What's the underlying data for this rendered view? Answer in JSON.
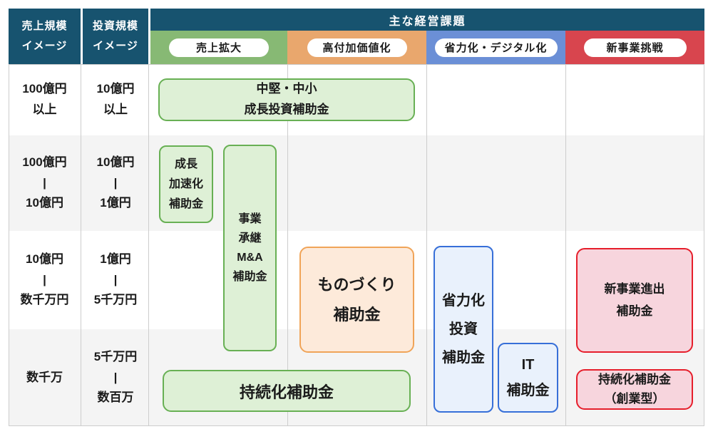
{
  "header": {
    "sales_scale_label": "売上規模\nイメージ",
    "investment_scale_label": "投資規模\nイメージ",
    "main_challenges_title": "主な経営課題",
    "categories": [
      {
        "id": "sales-expansion",
        "label": "売上拡大",
        "band_color": "#87b974"
      },
      {
        "id": "high-added-value",
        "label": "高付加価値化",
        "band_color": "#e9a76d"
      },
      {
        "id": "labor-saving-digital",
        "label": "省力化・デジタル化",
        "band_color": "#6b8fd6"
      },
      {
        "id": "new-business-challenge",
        "label": "新事業挑戦",
        "band_color": "#d8454e"
      }
    ]
  },
  "row_labels": [
    {
      "sales": "100億円\n以上",
      "investment": "10億円\n以上"
    },
    {
      "sales": "100億円\n|\n10億円",
      "investment": "10億円\n|\n1億円"
    },
    {
      "sales": "10億円\n|\n数千万円",
      "investment": "1億円\n|\n5千万円"
    },
    {
      "sales": "数千万",
      "investment": "5千万円\n|\n数百万"
    }
  ],
  "subsidies": [
    {
      "id": "chuken-chusho-seicho-toshi",
      "label": "中堅・中小\n成長投資補助金",
      "color_group": "green"
    },
    {
      "id": "seicho-kasokuka",
      "label": "成長\n加速化\n補助金",
      "color_group": "green"
    },
    {
      "id": "jigyo-shokei-ma",
      "label": "事業\n承継\nM&A\n補助金",
      "color_group": "green"
    },
    {
      "id": "monozukuri",
      "label": "ものづくり\n補助金",
      "color_group": "orange"
    },
    {
      "id": "jizokuka",
      "label": "持続化補助金",
      "color_group": "green"
    },
    {
      "id": "shoryokuka-toshi",
      "label": "省力化\n投資\n補助金",
      "color_group": "blue"
    },
    {
      "id": "it-hojokin",
      "label": "IT\n補助金",
      "color_group": "blue"
    },
    {
      "id": "shinjigyo-shinshutsu",
      "label": "新事業進出\n補助金",
      "color_group": "pink"
    },
    {
      "id": "jizokuka-sogyo",
      "label": "持続化補助金\n（創業型）",
      "color_group": "pink"
    }
  ],
  "colors": {
    "header_teal": "#17536f",
    "band_green": "#87b974",
    "band_orange": "#e9a76d",
    "band_blue": "#6b8fd6",
    "band_red": "#d8454e",
    "box_green_fill": "#def0d6",
    "box_green_border": "#68b054",
    "box_orange_fill": "#fdeada",
    "box_orange_border": "#f0a458",
    "box_blue_fill": "#e9f1fc",
    "box_blue_border": "#376fd8",
    "box_pink_fill": "#f7d5dd",
    "box_pink_border": "#e61e2b",
    "row_alt_gray": "#f4f4f4",
    "grid_line": "#cdcdcd"
  }
}
